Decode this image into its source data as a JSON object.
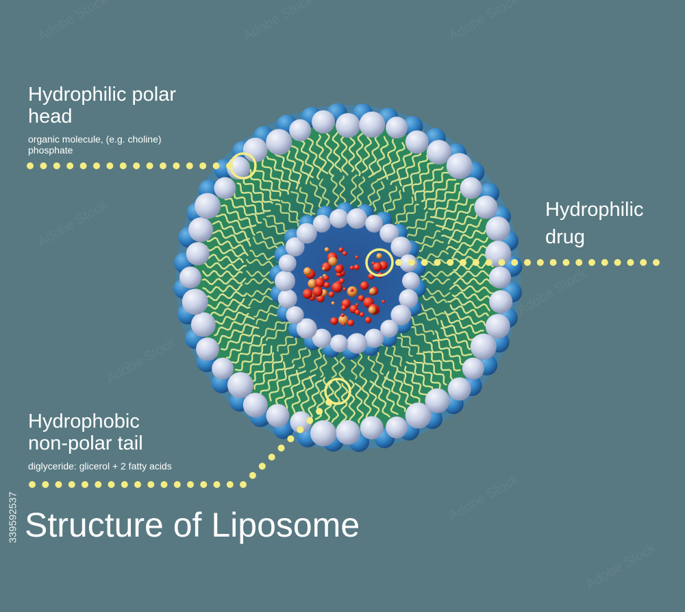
{
  "labels": {
    "polar_head_line1": "Hydrophilic polar",
    "polar_head_line2": "head",
    "polar_head_sub1": "organic molecule, (e.g. choline)",
    "polar_head_sub2": "phosphate",
    "drug_line1": "Hydrophilic",
    "drug_line2": "drug",
    "tail_line1": "Hydrophobic",
    "tail_line2": "non-polar tail",
    "tail_sub": "diglyceride: glicerol + 2 fatty acids"
  },
  "title": "Structure of Liposome",
  "stock_id": "339592537",
  "colors": {
    "background": "#587981",
    "leader_dots": "#f4ec84",
    "heads": "#c9d1e6",
    "tails": "#e7ec98",
    "core": "#2d5fa0",
    "drug": "#d8271f"
  }
}
